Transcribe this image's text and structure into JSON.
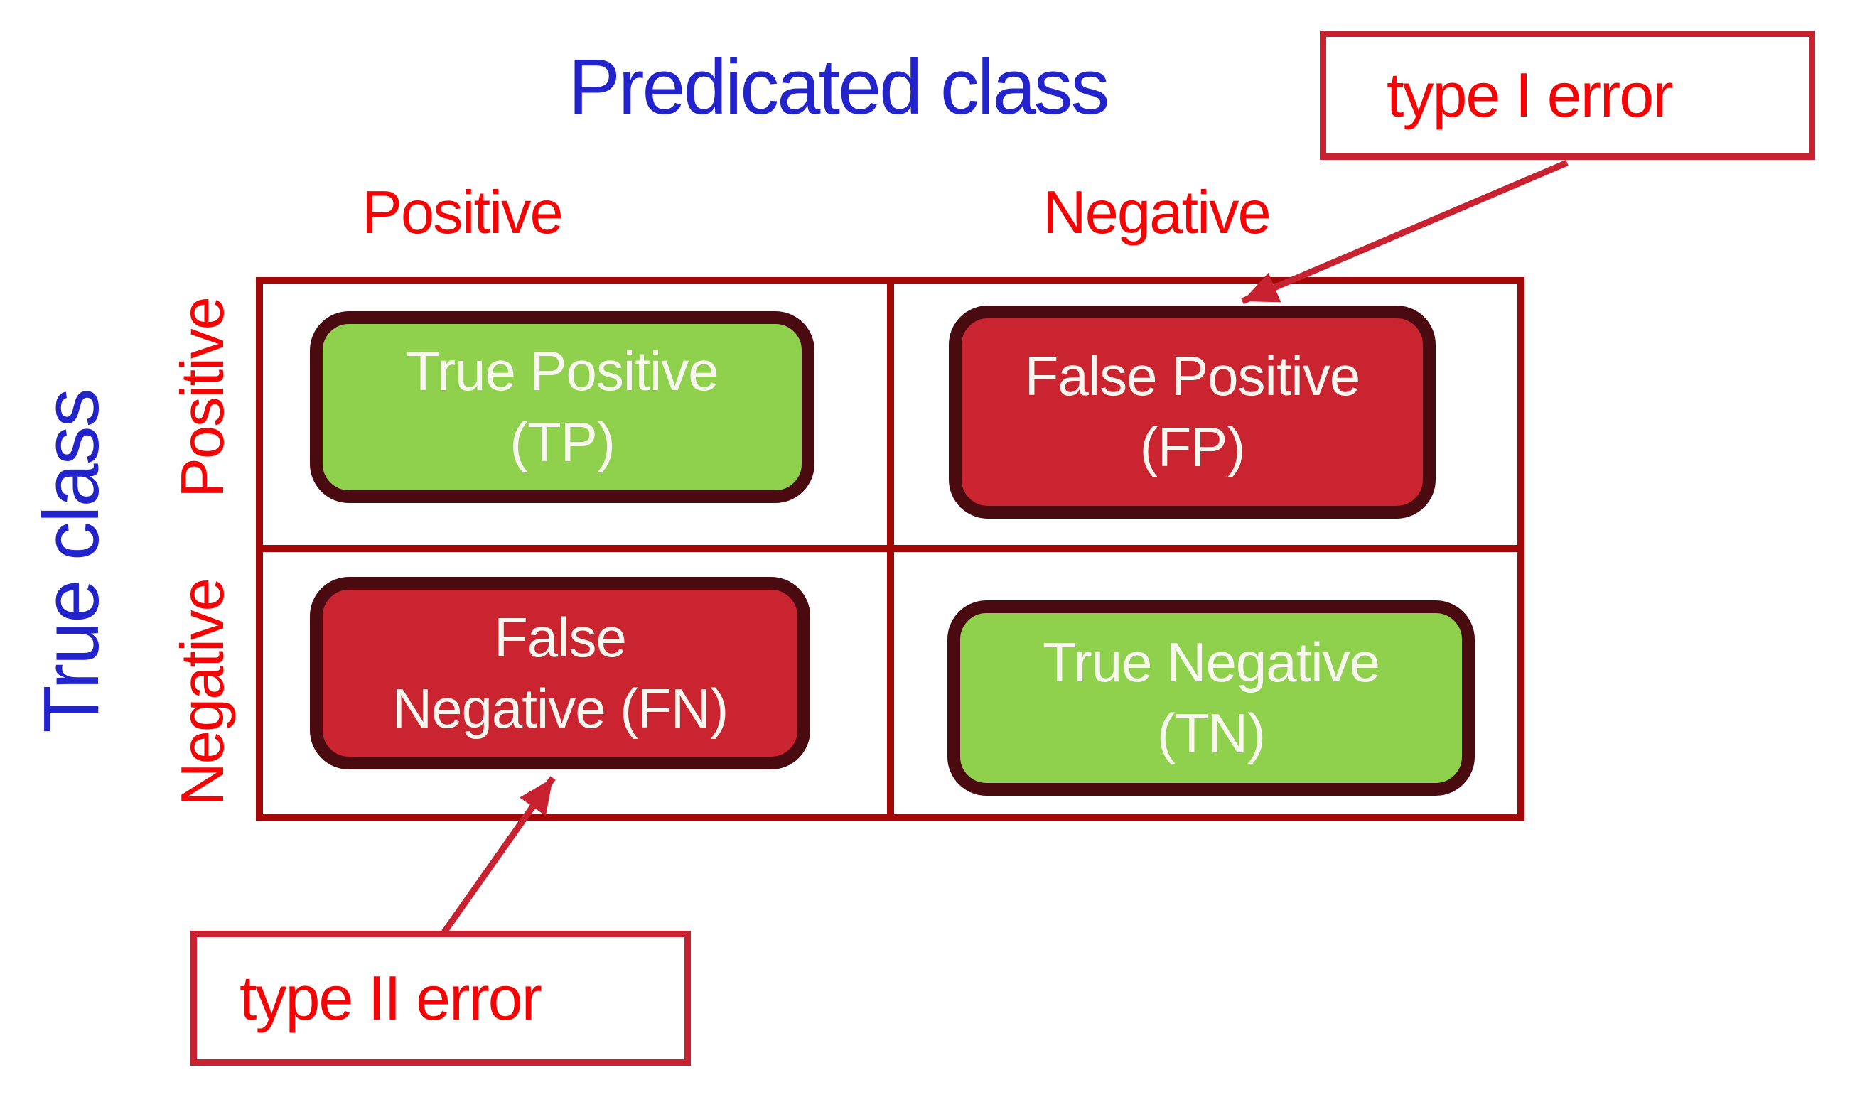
{
  "title": "Predicated class",
  "predicted_axis": {
    "positive": "Positive",
    "negative": "Negative"
  },
  "true_axis": {
    "title": "True class",
    "positive": "Positive",
    "negative": "Negative"
  },
  "matrix": {
    "tp": {
      "line1": "True Positive",
      "line2": "(TP)"
    },
    "fp": {
      "line1": "False Positive",
      "line2": "(FP)"
    },
    "fn": {
      "line1": "False",
      "line2": "Negative (FN)"
    },
    "tn": {
      "line1": "True Negative",
      "line2": "(TN)"
    }
  },
  "annotations": {
    "type1": "type I error",
    "type2": "type II error"
  },
  "colors": {
    "title-blue": "#2323CC",
    "label-red": "#F40404",
    "grid-line": "#A20808",
    "cell-outline": "#490A10",
    "green-fill": "#8FD04D",
    "red-fill": "#C92430",
    "cell-text": "#F7F7F0",
    "callout-red": "#C8212F"
  }
}
